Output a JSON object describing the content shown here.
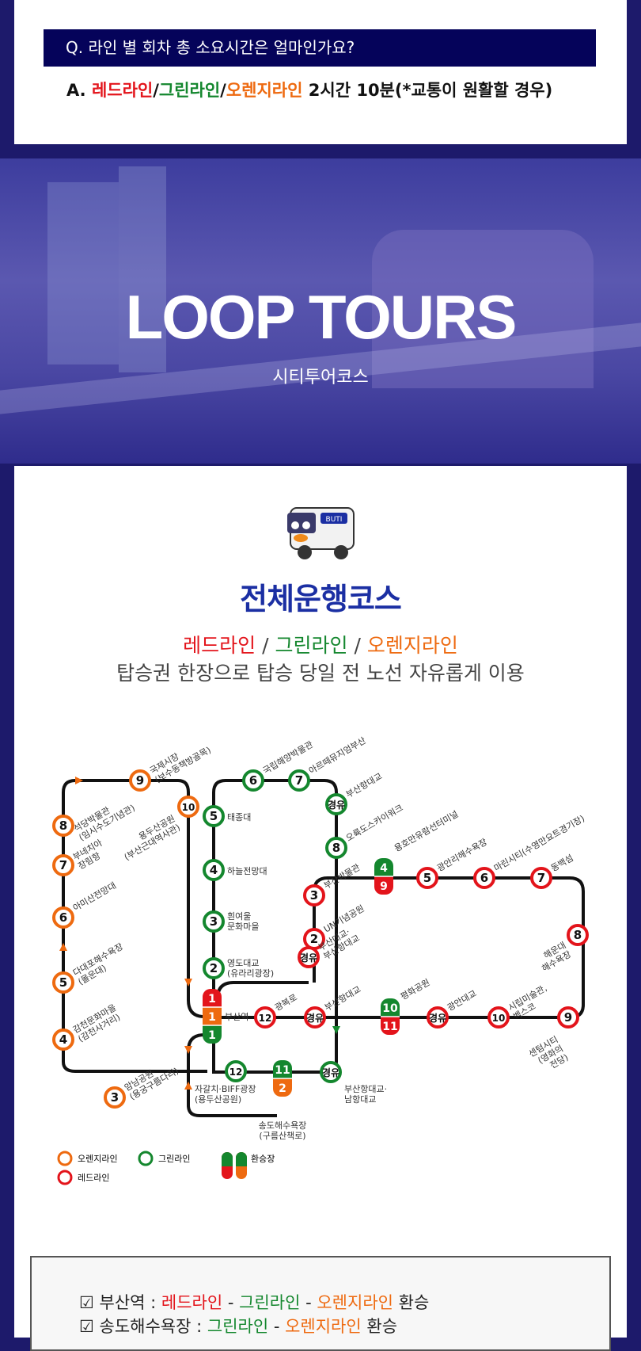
{
  "faq": {
    "question": "Q. 라인 별 회차 총 소요시간은 얼마인가요?",
    "answer_prefix": "A. ",
    "red": "레드라인",
    "sep": "/",
    "green": "그린라인",
    "orange": "오렌지라인",
    "answer_suffix": " 2시간 10분(*교통이 원활할 경우)"
  },
  "banner": {
    "title": "LOOP TOURS",
    "subtitle": "시티투어코스"
  },
  "course": {
    "bus_badge": "BUTI",
    "title": "전체운행코스",
    "red": "레드라인",
    "green": "그린라인",
    "orange": "오렌지라인",
    "sep": " / ",
    "description": "탑승권 한장으로 탑승 당일 전 노선 자유롭게 이용"
  },
  "colors": {
    "red": "#e3141b",
    "green": "#14872e",
    "orange": "#ee6a10",
    "navy": "#05035a"
  },
  "map": {
    "stations": [
      {
        "line": "orange",
        "label": "3",
        "name": "암남공원 (용궁구름다리)"
      },
      {
        "line": "orange",
        "label": "4",
        "name": "감천문화마을 (감천사거리)"
      },
      {
        "line": "orange",
        "label": "5",
        "name": "다대포해수욕장 (몰운대)"
      },
      {
        "line": "orange",
        "label": "6",
        "name": "아미산전망대"
      },
      {
        "line": "orange",
        "label": "7",
        "name": "부네치아 장림항"
      },
      {
        "line": "orange",
        "label": "8",
        "name": "석당박물관 (임시수도기념관)"
      },
      {
        "line": "orange",
        "label": "9",
        "name": "국제시장 (보수동책방골목)"
      },
      {
        "line": "orange",
        "label": "10",
        "name": "용두산공원 (부산근대역사관)"
      },
      {
        "line": "green",
        "label": "6",
        "name": "국립해양박물관"
      },
      {
        "line": "green",
        "label": "7",
        "name": "아르떼뮤지엄부산"
      },
      {
        "line": "green",
        "label": "경유",
        "name": "부산항대교"
      },
      {
        "line": "green",
        "label": "8",
        "name": "오륙도스카이워크"
      },
      {
        "line": "green",
        "label": "5",
        "name": "태종대"
      },
      {
        "line": "green",
        "label": "4",
        "name": "하늘전망대"
      },
      {
        "line": "green",
        "label": "3",
        "name": "흰여울 문화마을"
      },
      {
        "line": "green",
        "label": "2",
        "name": "영도대교 (유라리광장)"
      },
      {
        "line": "green",
        "label": "12",
        "name": "자갈치·BIFF광장 (용두산공원)"
      },
      {
        "line": "green",
        "label": "경유",
        "name": "부산항대교· 남항대교"
      },
      {
        "line": "red",
        "label": "3",
        "name": "부산박물관"
      },
      {
        "line": "red",
        "label": "2",
        "name": "UN기념공원"
      },
      {
        "line": "red",
        "label": "경유",
        "name": "부산대교· 부산항대교"
      },
      {
        "line": "red",
        "label": "12",
        "name": "광복로"
      },
      {
        "line": "red",
        "label": "경유",
        "name": "부산항대교"
      },
      {
        "line": "red",
        "label": "5",
        "name": "광안리해수욕장"
      },
      {
        "line": "red",
        "label": "6",
        "name": "마린시티(수영만요트경기장)"
      },
      {
        "line": "red",
        "label": "7",
        "name": "동백섬"
      },
      {
        "line": "red",
        "label": "8",
        "name": "해운대 해수욕장"
      },
      {
        "line": "red",
        "label": "9",
        "name": "센텀시티 (영화의 전당)"
      },
      {
        "line": "red",
        "label": "10",
        "name": "시립미술관, 벡스코"
      },
      {
        "line": "red",
        "label": "경유",
        "name": "광안대교"
      }
    ],
    "transfers": [
      {
        "labels": [
          "1",
          "1",
          "1"
        ],
        "lines": [
          "red",
          "orange",
          "green"
        ],
        "name": "부산역"
      },
      {
        "labels": [
          "4",
          "9"
        ],
        "lines": [
          "green",
          "red"
        ],
        "name": "용호만유람선터미널"
      },
      {
        "labels": [
          "10",
          "11"
        ],
        "lines": [
          "green",
          "red"
        ],
        "name": "평화공원"
      },
      {
        "labels": [
          "11",
          "2"
        ],
        "lines": [
          "green",
          "orange"
        ],
        "name": "송도해수욕장 (구름산책로)"
      }
    ],
    "legend": {
      "orange": "오렌지라인",
      "green": "그린라인",
      "red": "레드라인",
      "transfer": "환승장"
    }
  },
  "transfer_info": [
    {
      "station": "부산역",
      "sep": " : ",
      "lines": [
        "레드라인",
        "그린라인",
        "오렌지라인"
      ],
      "line_colors": [
        "red",
        "green",
        "orange"
      ],
      "suffix": " 환승"
    },
    {
      "station": "송도해수욕장",
      "sep": " : ",
      "lines": [
        "그린라인",
        "오렌지라인"
      ],
      "line_colors": [
        "green",
        "orange"
      ],
      "suffix": " 환승"
    }
  ]
}
